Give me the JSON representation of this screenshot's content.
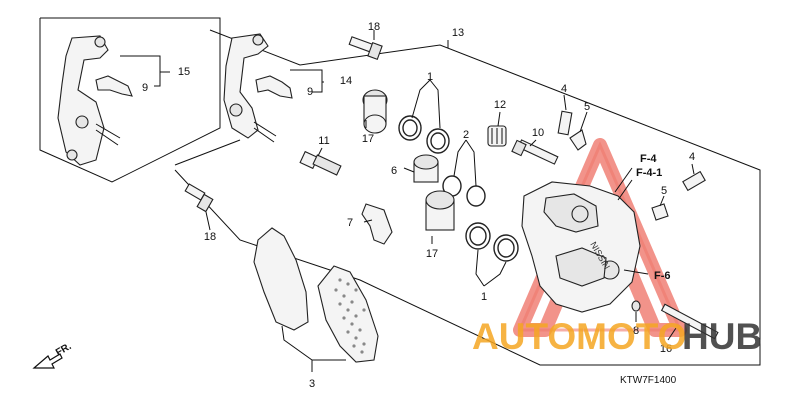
{
  "diagram": {
    "part_numbers": {
      "p1a": "1",
      "p1b": "1",
      "p2": "2",
      "p3": "3",
      "p4a": "4",
      "p4b": "4",
      "p5a": "5",
      "p5b": "5",
      "p6": "6",
      "p7": "7",
      "p8": "8",
      "p9a": "9",
      "p9b": "9",
      "p10": "10",
      "p11": "11",
      "p12": "12",
      "p13": "13",
      "p14": "14",
      "p15": "15",
      "p16": "16",
      "p17a": "17",
      "p17b": "17",
      "p18a": "18",
      "p18b": "18"
    },
    "references": {
      "f4": "F-4",
      "f41": "F-4-1",
      "f6": "F-6"
    },
    "diagram_code": "KTW7F1400",
    "direction_label": "FR.",
    "caliper_brand": "NISSIN",
    "watermark": {
      "text_orange": "AUTOMOTO",
      "text_dark": "HUB",
      "color_orange": "#f5a623",
      "color_red": "#e94b3c",
      "color_dark": "#333333"
    }
  }
}
